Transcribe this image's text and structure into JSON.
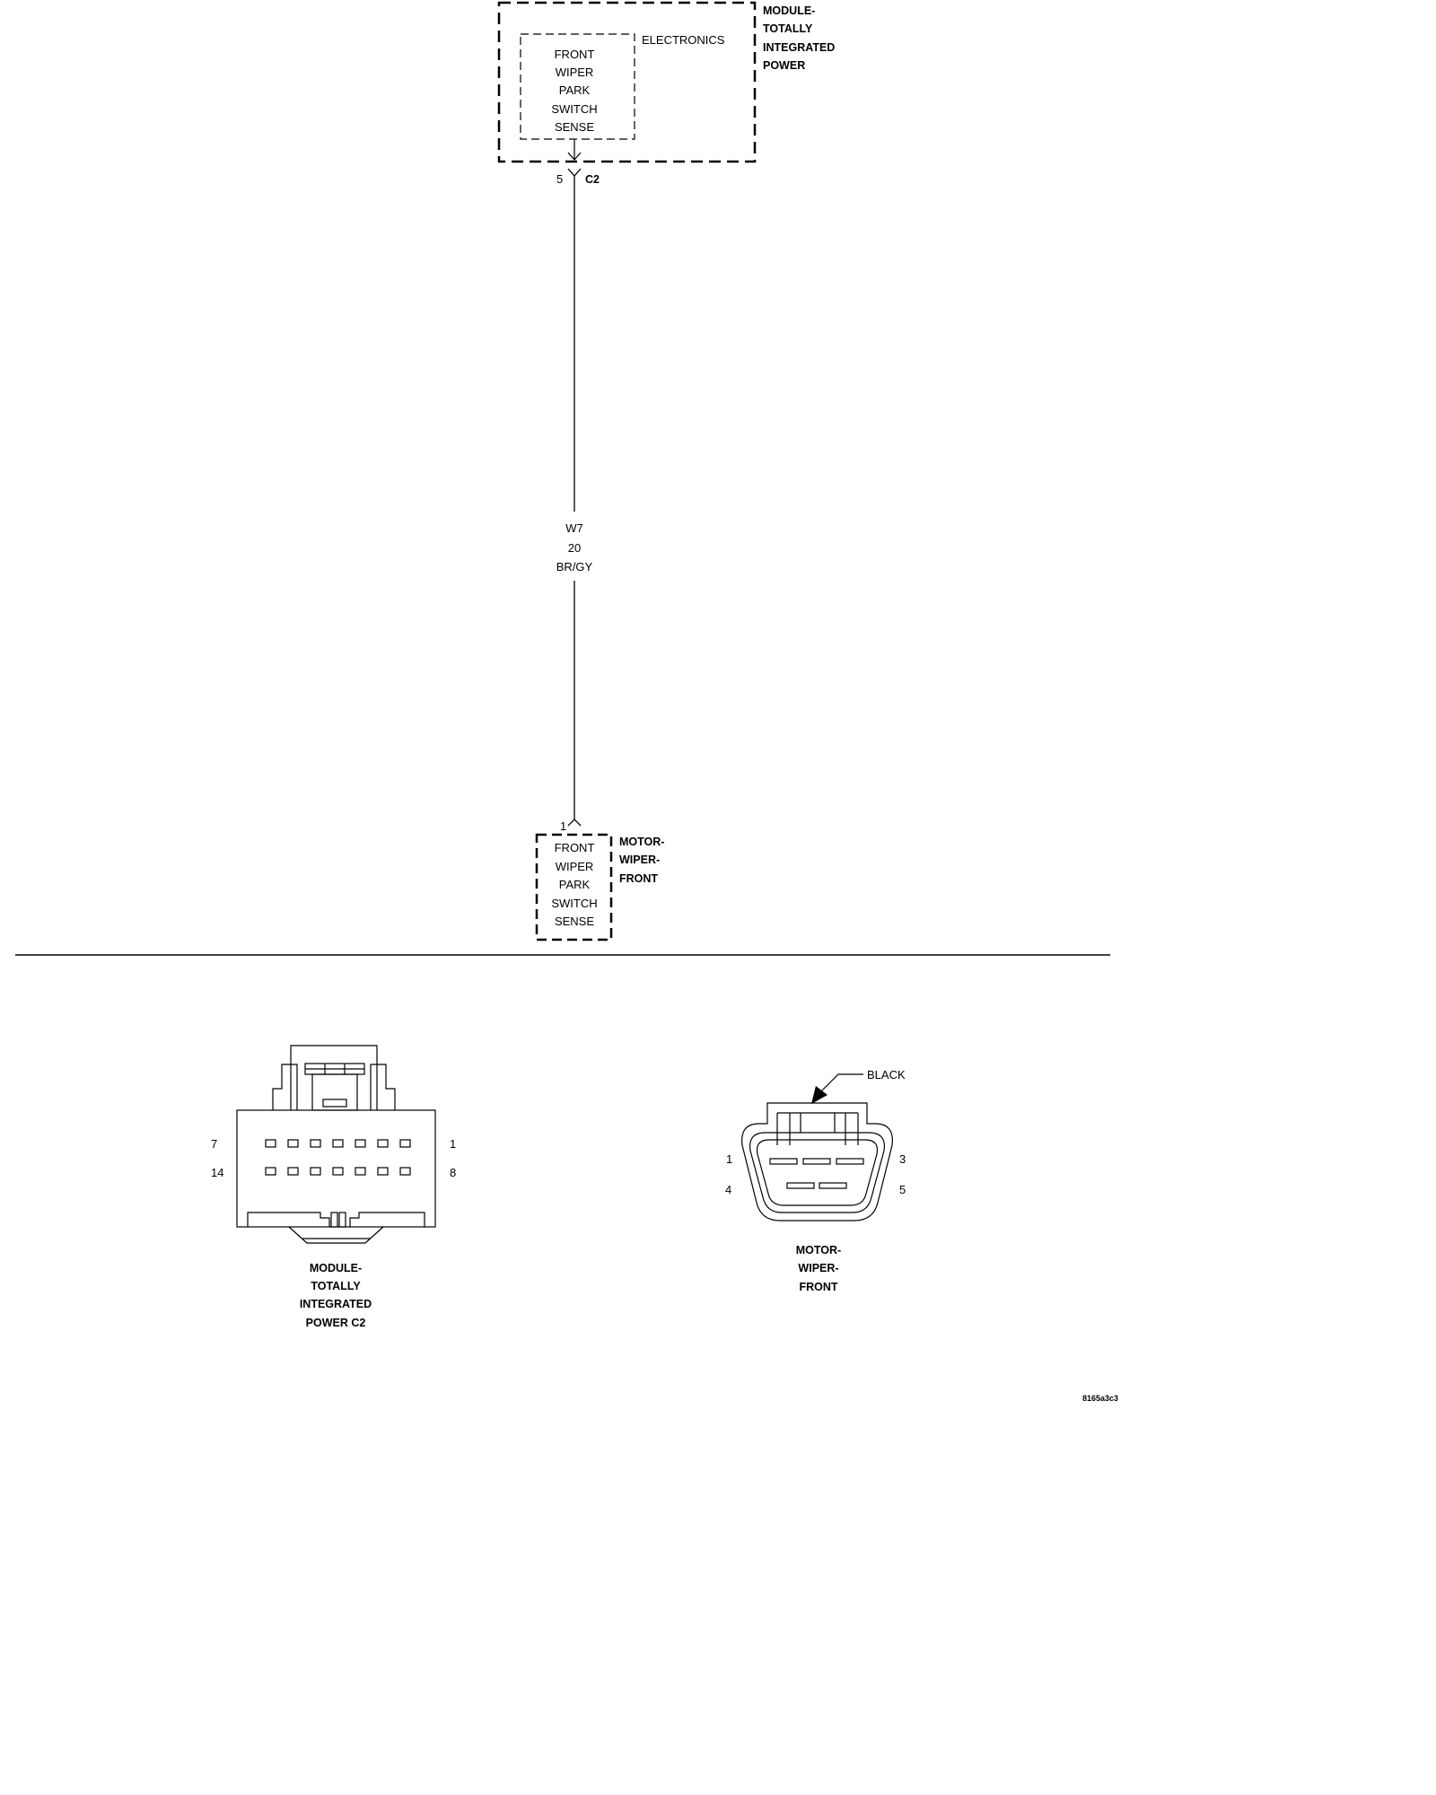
{
  "top_module": {
    "name_lines": [
      "MODULE-",
      "TOTALLY",
      "INTEGRATED",
      "POWER"
    ],
    "electronics_label": "ELECTRONICS",
    "inner_lines": [
      "FRONT",
      "WIPER",
      "PARK",
      "SWITCH",
      "SENSE"
    ],
    "pin": "5",
    "connector": "C2"
  },
  "wire": {
    "circuit": "W7",
    "gauge": "20",
    "color": "BR/GY"
  },
  "bottom_component": {
    "pin": "1",
    "inner_lines": [
      "FRONT",
      "WIPER",
      "PARK",
      "SWITCH",
      "SENSE"
    ],
    "name_lines": [
      "MOTOR-",
      "WIPER-",
      "FRONT"
    ]
  },
  "connector_views": {
    "tipm_c2": {
      "pin_labels": {
        "top_left": "7",
        "top_right": "1",
        "bottom_left": "14",
        "bottom_right": "8"
      },
      "caption_lines": [
        "MODULE-",
        "TOTALLY",
        "INTEGRATED",
        "POWER C2"
      ]
    },
    "wiper_motor": {
      "color_label": "BLACK",
      "pin_labels": {
        "top_left": "1",
        "top_right": "3",
        "bottom_left": "4",
        "bottom_right": "5"
      },
      "caption_lines": [
        "MOTOR-",
        "WIPER-",
        "FRONT"
      ]
    }
  },
  "figure_id": "8165a3c3"
}
